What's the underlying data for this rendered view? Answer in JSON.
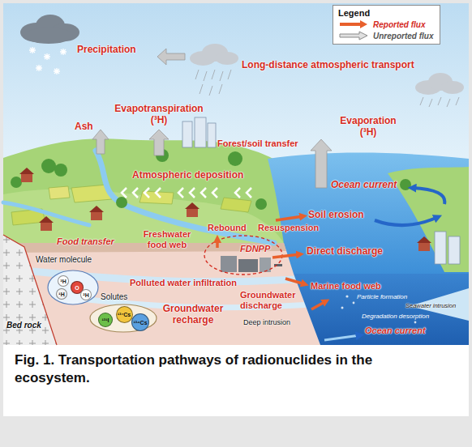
{
  "diagram": {
    "caption": "Fig. 1. Transportation pathways of radionuclides in the ecosystem.",
    "nodes": [
      {
        "text": [
          "Legend"
        ]
      },
      {
        "text": [
          "Water molecule"
        ]
      },
      {
        "text": [
          "³H"
        ],
        "in": 1
      },
      {
        "text": [
          "O"
        ],
        "in": 1
      },
      {
        "text": [
          "¹H"
        ],
        "in": 1
      },
      {
        "text": [
          "²H"
        ],
        "in": 1
      },
      {
        "text": [
          "Solutes"
        ]
      },
      {
        "text": [
          "¹³¹I"
        ],
        "in": 6
      },
      {
        "text": [
          "¹³⁷Cs"
        ],
        "in": 6
      },
      {
        "text": [
          "¹³⁴Cs"
        ],
        "in": 6
      }
    ],
    "labels": [
      "Precipitation",
      "Long-distance atmospheric transport",
      "Evapotranspiration (³H)",
      "Ash",
      "Forest/soil transfer",
      "Evaporation (³H)",
      "Atmospheric deposition",
      "Ocean current",
      "Soil erosion",
      "Food transfer",
      "Freshwater food web",
      "Rebound",
      "Resuspension",
      "FDNPP",
      "Direct discharge",
      "Polluted water infiltration",
      "Marine food web",
      "Groundwater discharge",
      "Groundwater recharge",
      "Particle formation",
      "Seawater intrusion",
      "Deep intrusion",
      "Degradation desorption",
      "Ocean current",
      "Bed rock"
    ],
    "legend": [
      {
        "text": "Reported flux"
      },
      {
        "text": "Unreported flux"
      }
    ]
  }
}
